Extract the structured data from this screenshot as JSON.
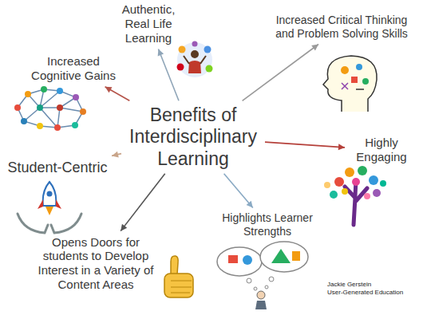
{
  "diagram": {
    "nodes": [
      {
        "text": [
          "Authentic, Real Life Learning"
        ]
      },
      {
        "text": [
          "Increased Critical Thinking and Problem Solving Skills"
        ]
      },
      {
        "text": [
          "Increased Cognitive Gains"
        ]
      },
      {
        "text": [
          "Benefits of Interdisciplinary Learning"
        ]
      },
      {
        "text": [
          "Highly Engaging"
        ]
      },
      {
        "text": [
          "Student-Centric"
        ]
      },
      {
        "text": [
          "Highlights Learner Strengths"
        ]
      },
      {
        "text": [
          "Opens Doors for students to Develop Interest in a Variety of Content Areas"
        ]
      }
    ],
    "edges": [
      {
        "from": 3,
        "to": 0,
        "arrow": "to"
      },
      {
        "from": 3,
        "to": 1,
        "arrow": "to"
      },
      {
        "from": 3,
        "to": 2,
        "arrow": "to"
      },
      {
        "from": 3,
        "to": 4,
        "arrow": "to"
      },
      {
        "from": 3,
        "to": 5,
        "arrow": "to"
      },
      {
        "from": 3,
        "to": 6,
        "arrow": "to"
      },
      {
        "from": 3,
        "to": 7,
        "arrow": "to"
      }
    ],
    "labels": [
      "Jackie Gerstein",
      "User-Generated Education"
    ]
  }
}
